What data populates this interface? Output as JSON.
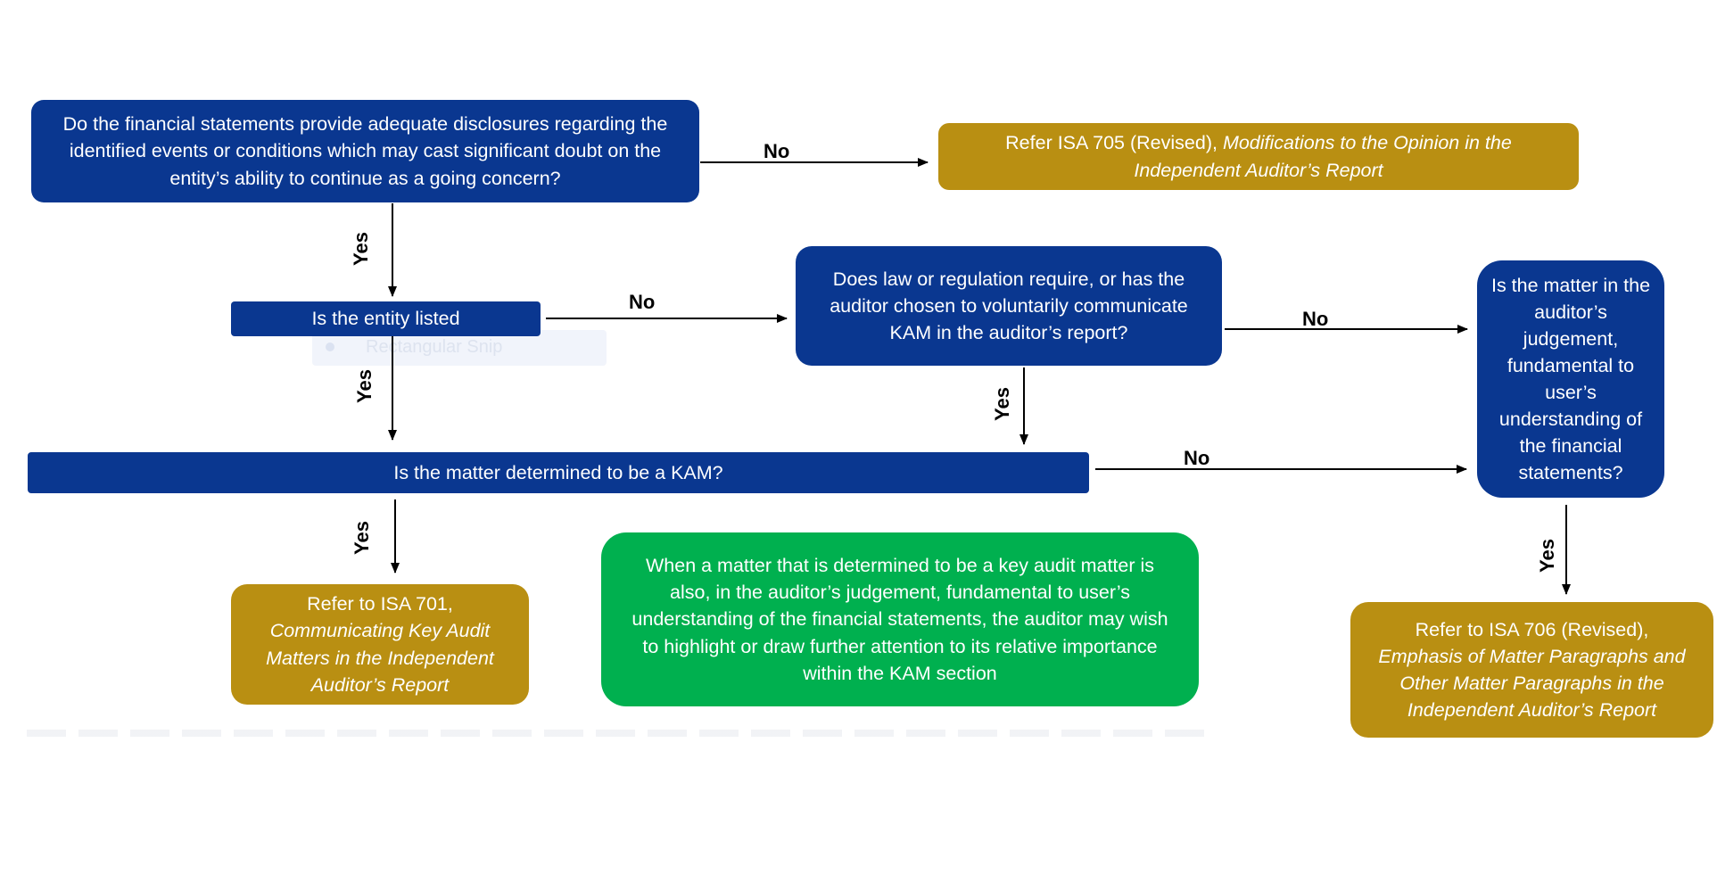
{
  "q1": {
    "text": "Do the financial statements provide adequate disclosures regarding the identified events or conditions which may cast significant doubt on the entity’s ability to continue as a going concern?"
  },
  "isa705": {
    "prefix": "Refer ISA 705 (Revised), ",
    "title": "Modifications to the Opinion in the Independent Auditor’s Report"
  },
  "q2": {
    "text": "Is the entity listed"
  },
  "q3": {
    "text": "Does law or regulation require, or has the auditor chosen to voluntarily communicate KAM in the auditor’s report?"
  },
  "q4": {
    "text": "Is the matter in the auditor’s judgement, fundamental to user’s understanding of the financial statements?"
  },
  "q5": {
    "text": "Is the matter determined to be a KAM?"
  },
  "isa701": {
    "prefix": "Refer to ISA 701,",
    "title": "Communicating Key Audit Matters in the Independent Auditor’s Report"
  },
  "note": {
    "text": "When a matter that is determined to be a key audit matter is also, in the auditor’s judgement, fundamental to user’s understanding of the financial statements, the auditor may wish to highlight or draw further attention to its relative importance within the KAM section"
  },
  "isa706": {
    "prefix": "Refer to ISA 706 (Revised),",
    "title": "Emphasis of Matter Paragraphs and Other Matter Paragraphs in the Independent Auditor’s Report"
  },
  "labels": {
    "yes": "Yes",
    "no": "No"
  },
  "overlay": {
    "snip_text": "Rectangular Snip"
  },
  "colors": {
    "question": "#0a3790",
    "reference": "#b98f12",
    "note": "#00b04f",
    "arrow": "#000000"
  }
}
